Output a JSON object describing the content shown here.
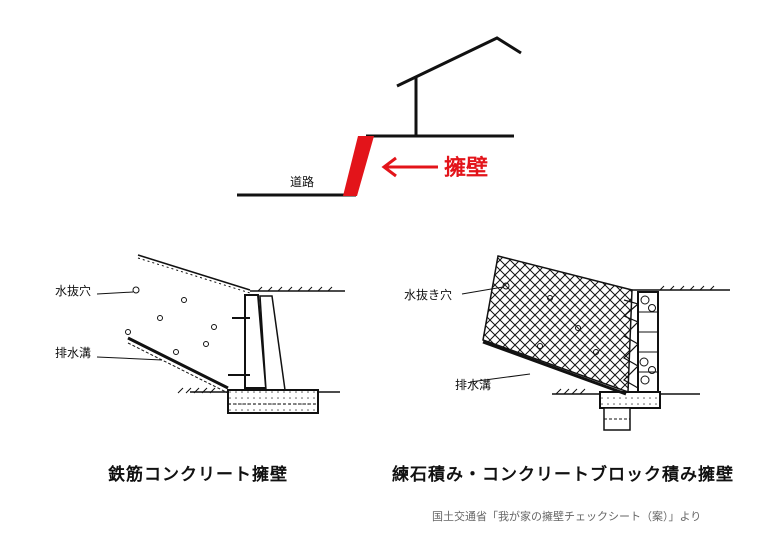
{
  "top": {
    "road_label": "道路",
    "wall_label": "擁壁"
  },
  "left_figure": {
    "weep_hole_label": "水抜穴",
    "drain_label": "排水溝",
    "caption": "鉄筋コンクリート擁壁"
  },
  "right_figure": {
    "weep_hole_label": "水抜き穴",
    "drain_label": "排水溝",
    "caption": "練石積み・コンクリートブロック積み擁壁"
  },
  "source": "国土交通省「我が家の擁壁チェックシート（案）」より",
  "colors": {
    "accent": "#e3141a",
    "line": "#111111"
  }
}
